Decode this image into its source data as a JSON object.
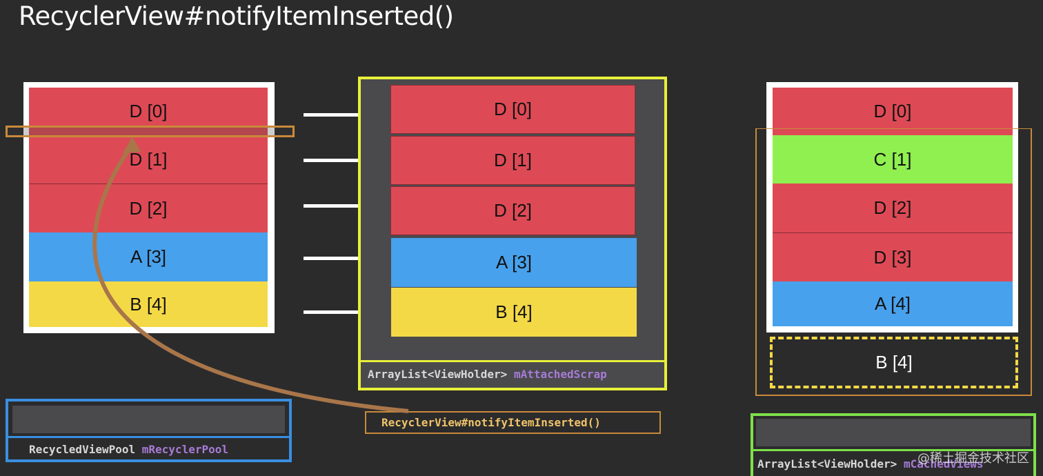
{
  "title": "RecyclerView#notifyItemInserted()",
  "left_list": {
    "items": [
      "D [0]",
      "D [1]",
      "D [2]",
      "A [3]",
      "B [4]"
    ]
  },
  "scrap": {
    "items": [
      "D [0]",
      "D [1]",
      "D [2]",
      "A [3]",
      "B [4]"
    ],
    "type_label": "ArrayList<ViewHolder>",
    "name_label": "mAttachedScrap"
  },
  "right_list": {
    "items": [
      "D [0]",
      "C [1]",
      "D [2]",
      "D [3]",
      "A [4]"
    ],
    "cached_item": "B [4]"
  },
  "pool": {
    "type_label": "RecycledViewPool",
    "name_label": "mRecyclerPool"
  },
  "notify_label": "RecyclerView#notifyItemInserted()",
  "cached": {
    "type_label": "ArrayList<ViewHolder>",
    "name_label": "mCachedViews"
  },
  "watermark": "@稀土掘金技术社区",
  "colors": {
    "red": "#dd4a55",
    "blue": "#48a1ec",
    "yellow": "#f4d946",
    "green": "#90f04f",
    "scrap_border": "#e8f03a",
    "pool_border": "#3a8fe0",
    "cache_border": "#7ee04a",
    "orange": "#c98a3a",
    "mono_text": "#d8d8d8",
    "purple_text": "#a77bd6"
  }
}
